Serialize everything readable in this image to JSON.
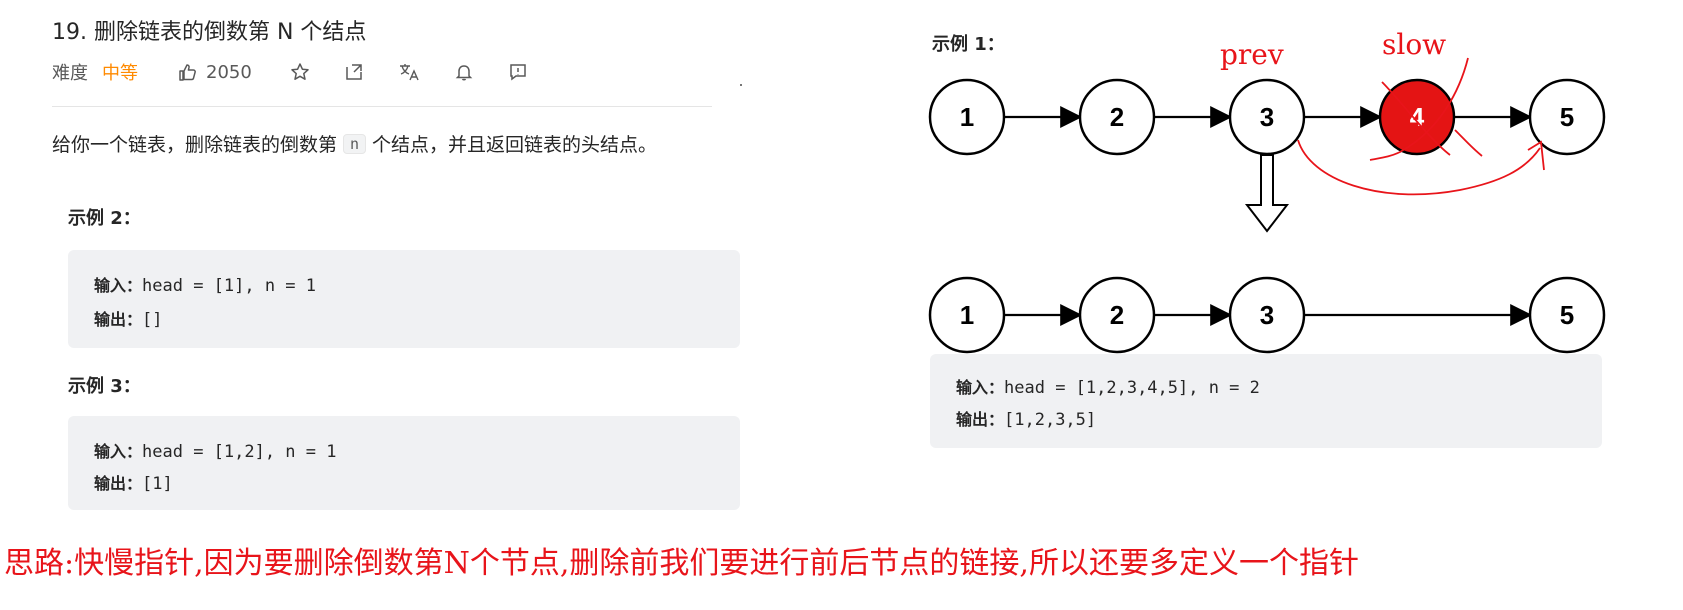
{
  "problem": {
    "title": "19. 删除链表的倒数第 N 个结点",
    "difficulty_label": "难度",
    "difficulty_value": "中等",
    "likes": "2050",
    "description_pre": "给你一个链表，删除链表的倒数第",
    "description_code": "n",
    "description_post": "个结点，并且返回链表的头结点。"
  },
  "toolbar_icons": [
    "thumbs-up-icon",
    "star-icon",
    "share-icon",
    "translate-icon",
    "bell-icon",
    "feedback-icon"
  ],
  "examples": {
    "ex2": {
      "title": "示例 2：",
      "input_label": "输入：",
      "input_value": "head = [1], n = 1",
      "output_label": "输出：",
      "output_value": "[]"
    },
    "ex3": {
      "title": "示例 3：",
      "input_label": "输入：",
      "input_value": "head = [1,2], n = 1",
      "output_label": "输出：",
      "output_value": "[1]"
    },
    "ex1": {
      "title": "示例 1：",
      "input_label": "输入：",
      "input_value": "head = [1,2,3,4,5], n = 2",
      "output_label": "输出：",
      "output_value": "[1,2,3,5]"
    }
  },
  "diagram": {
    "before_nodes": [
      "1",
      "2",
      "3",
      "4",
      "5"
    ],
    "after_nodes": [
      "1",
      "2",
      "3",
      "5"
    ],
    "removed_node": "4",
    "annotation_prev": "prev",
    "annotation_slow": "slow",
    "colors": {
      "removed_fill": "#e41414",
      "annotation": "#e8141a",
      "node_stroke": "#000000"
    }
  },
  "note": "思路:快慢指针,因为要删除倒数第N个节点,删除前我们要进行前后节点的链接,所以还要多定义一个指针",
  "colors": {
    "difficulty": "#ff8a00",
    "note": "#e8141a",
    "code_bg": "#f0f1f3"
  }
}
